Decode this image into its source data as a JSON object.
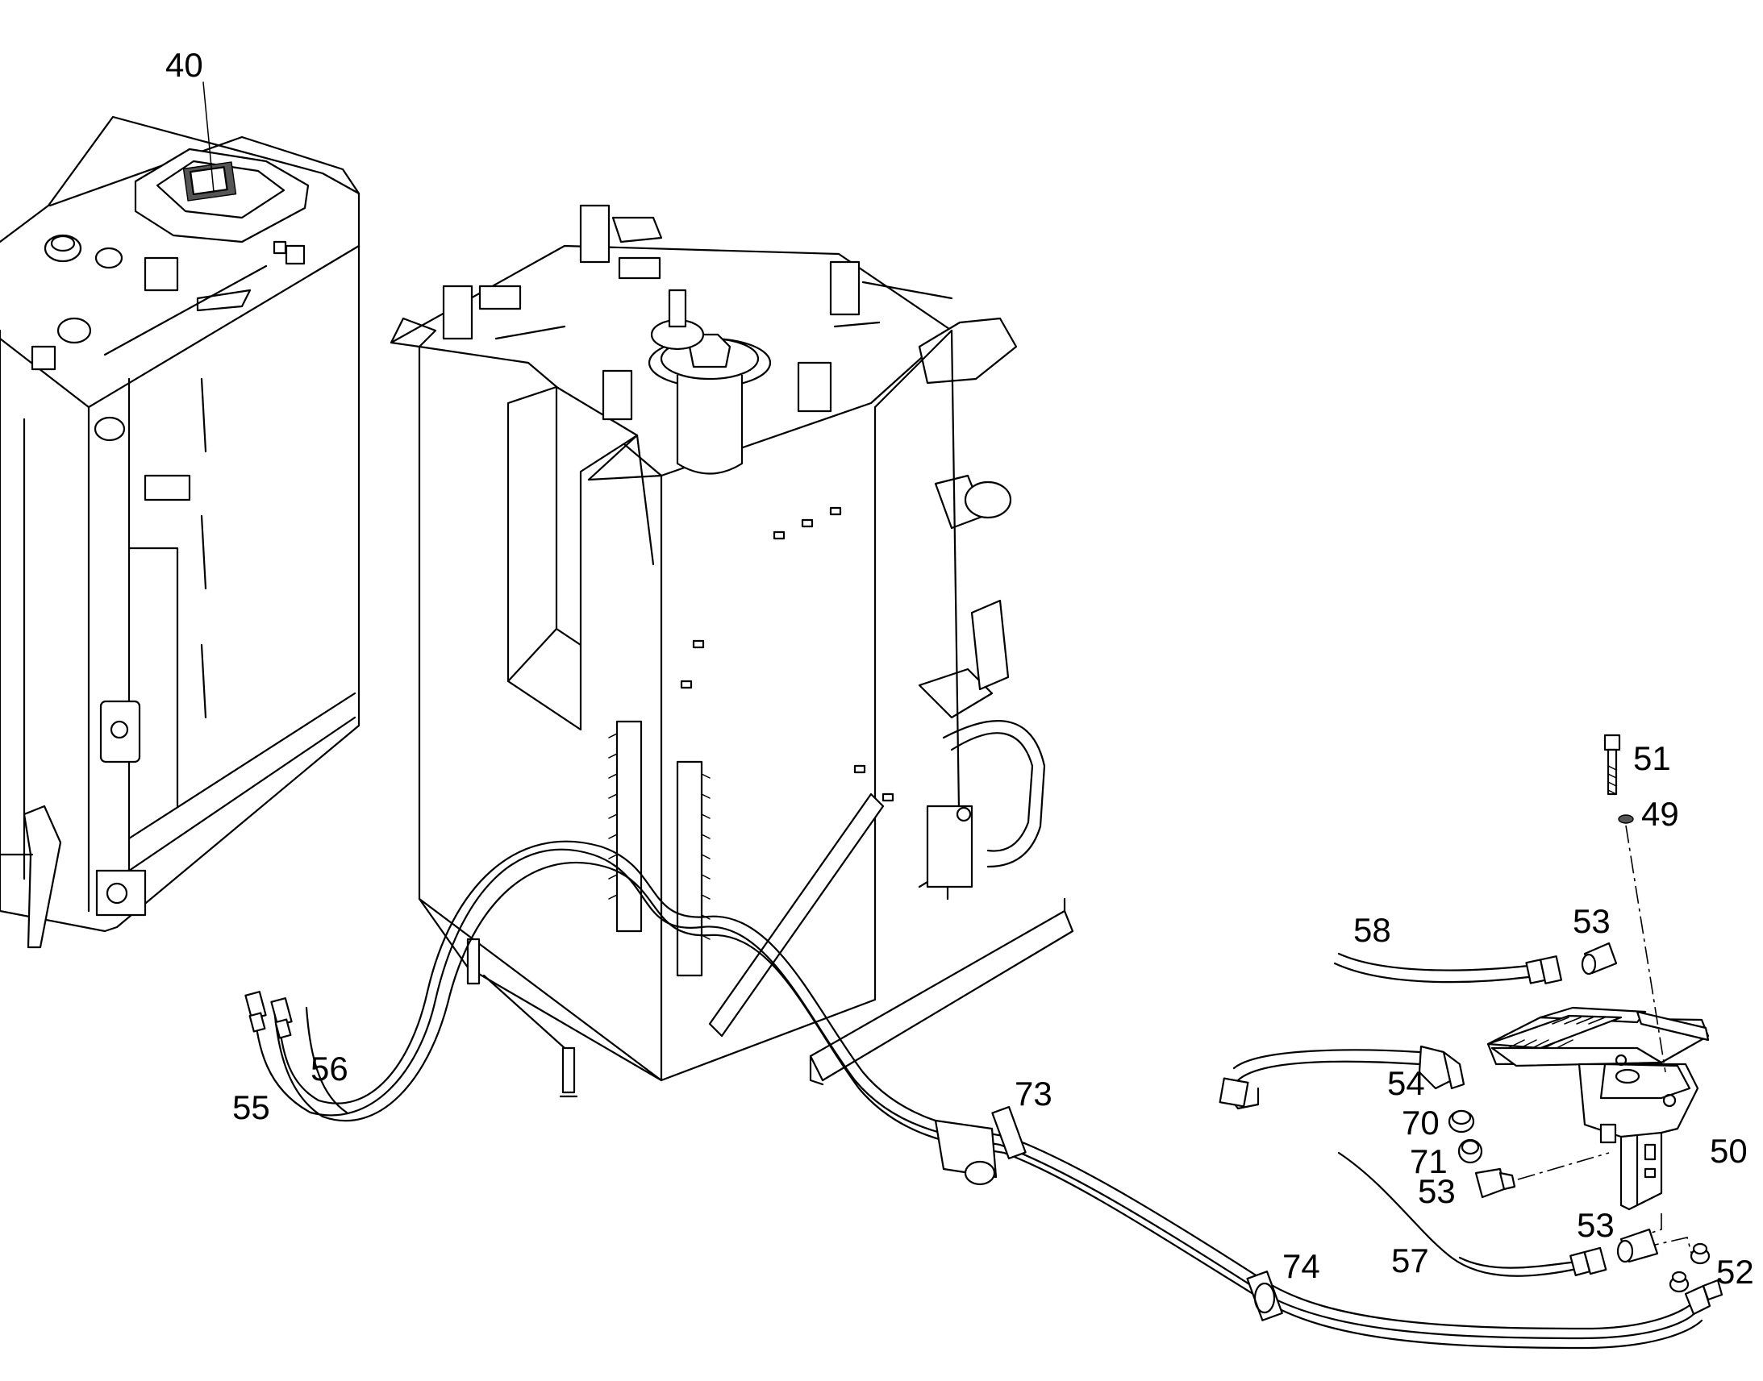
{
  "diagram": {
    "type": "exploded-parts-view",
    "callouts": [
      {
        "id": "c40",
        "label": "40"
      },
      {
        "id": "c51",
        "label": "51"
      },
      {
        "id": "c49",
        "label": "49"
      },
      {
        "id": "c58",
        "label": "58"
      },
      {
        "id": "c53a",
        "label": "53"
      },
      {
        "id": "c56",
        "label": "56"
      },
      {
        "id": "c55",
        "label": "55"
      },
      {
        "id": "c73",
        "label": "73"
      },
      {
        "id": "c54",
        "label": "54"
      },
      {
        "id": "c70",
        "label": "70"
      },
      {
        "id": "c71",
        "label": "71"
      },
      {
        "id": "c53b",
        "label": "53"
      },
      {
        "id": "c50",
        "label": "50"
      },
      {
        "id": "c53c",
        "label": "53"
      },
      {
        "id": "c74",
        "label": "74"
      },
      {
        "id": "c57",
        "label": "57"
      },
      {
        "id": "c52",
        "label": "52"
      }
    ]
  }
}
